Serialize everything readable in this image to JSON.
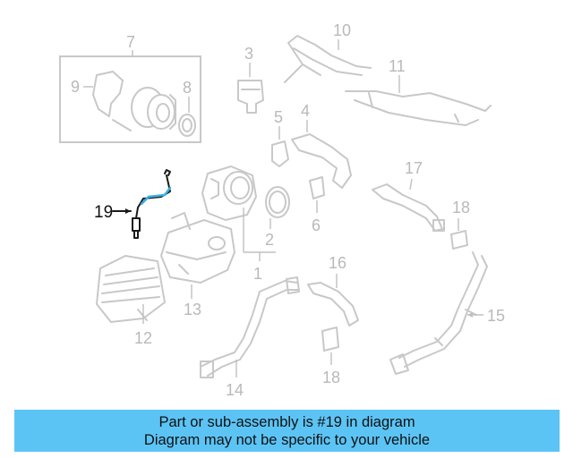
{
  "diagram": {
    "highlight_color": "#37aee5",
    "callouts": {
      "c1": "1",
      "c2": "2",
      "c3": "3",
      "c4": "4",
      "c5": "5",
      "c6": "6",
      "c7": "7",
      "c8": "8",
      "c9": "9",
      "c10": "10",
      "c11": "11",
      "c12": "12",
      "c13": "13",
      "c14": "14",
      "c15": "15",
      "c16": "16",
      "c17": "17",
      "c18a": "18",
      "c18b": "18",
      "c19": "19"
    }
  },
  "banner": {
    "line1": "Part or sub-assembly is #19 in diagram",
    "line2": "Diagram may not be specific to your vehicle",
    "background": "#5cc4f5"
  }
}
